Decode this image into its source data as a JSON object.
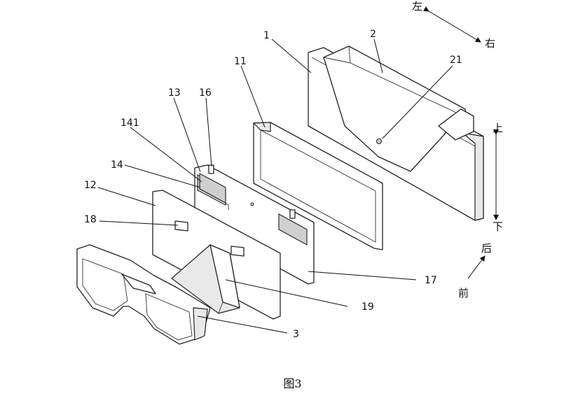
{
  "figure": {
    "caption": "图3",
    "directions": {
      "left": "左",
      "right": "右",
      "up": "上",
      "down": "下",
      "back": "后",
      "front": "前"
    },
    "labels": {
      "l1": "1",
      "l2": "2",
      "l21": "21",
      "l11": "11",
      "l13": "13",
      "l16": "16",
      "l141": "141",
      "l14": "14",
      "l12": "12",
      "l18": "18",
      "l17": "17",
      "l19": "19",
      "l3": "3"
    }
  }
}
